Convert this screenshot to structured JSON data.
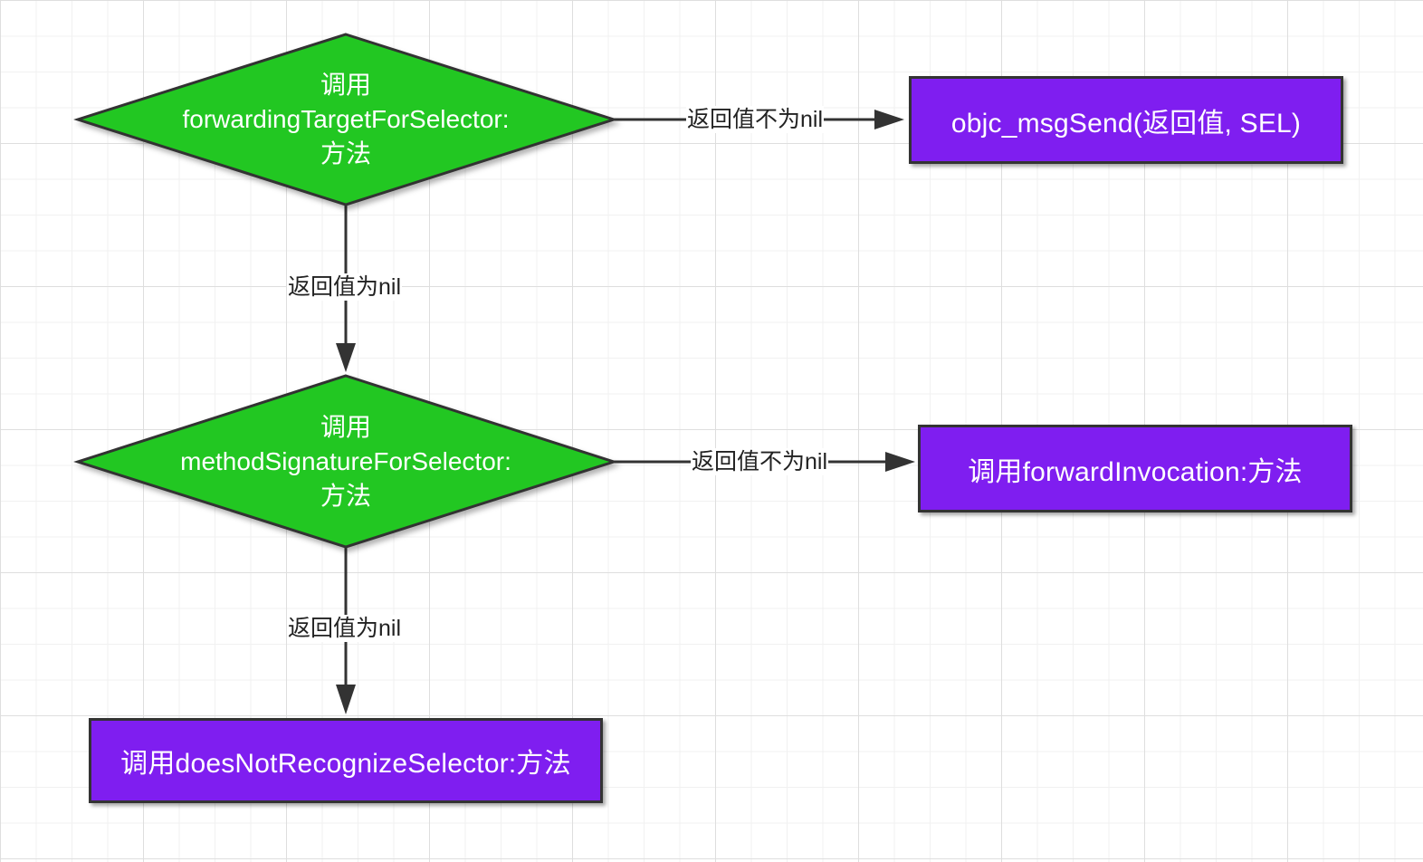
{
  "diagram": {
    "colors": {
      "decision_fill": "#22c722",
      "process_fill": "#7f1ef0",
      "stroke": "#333333",
      "text_on_shape": "#ffffff",
      "edge_label_text": "#222222"
    },
    "decision1": {
      "line1": "调用",
      "line2": "forwardingTargetForSelector:",
      "line3": "方法"
    },
    "decision2": {
      "line1": "调用",
      "line2": "methodSignatureForSelector:",
      "line3": "方法"
    },
    "process_msgsend": {
      "label": "objc_msgSend(返回值, SEL)"
    },
    "process_forward_invocation": {
      "label": "调用forwardInvocation:方法"
    },
    "process_does_not_recognize": {
      "label": "调用doesNotRecognizeSelector:方法"
    },
    "edges": {
      "d1_to_msgsend": "返回值不为nil",
      "d1_to_d2": "返回值为nil",
      "d2_to_forward": "返回值不为nil",
      "d2_to_does_not_recognize": "返回值为nil"
    }
  }
}
